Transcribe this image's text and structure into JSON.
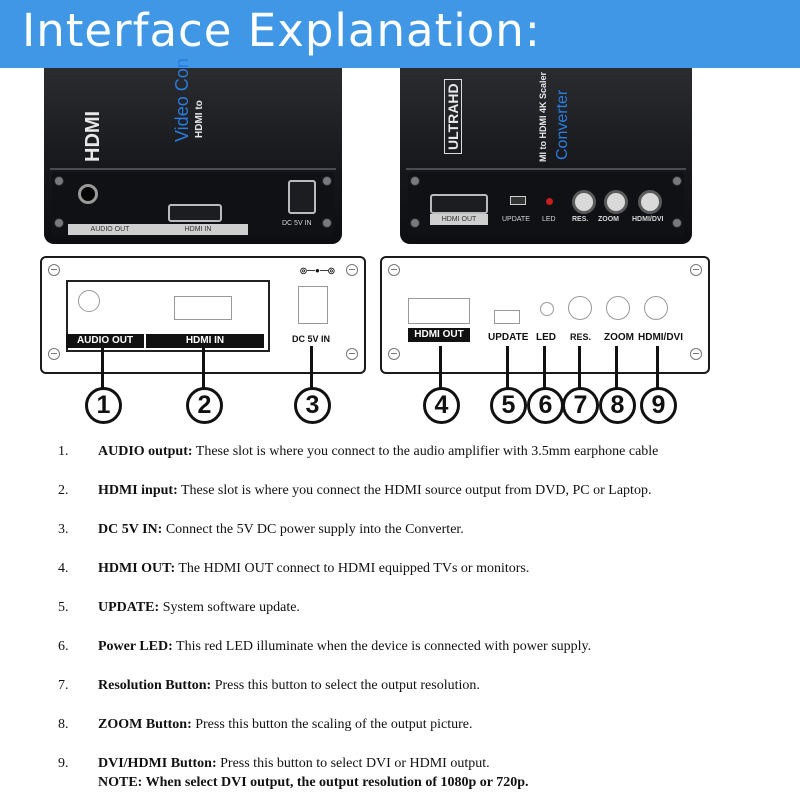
{
  "banner": {
    "title": "Interface Explanation:"
  },
  "device_left": {
    "brand": "HDMI",
    "model": "Video Con",
    "sub": "HDMI to",
    "audio_label": "AUDIO OUT",
    "hdmi_label": "HDMI IN",
    "dc_label": "DC 5V IN"
  },
  "device_right": {
    "brand": "ULTRAHD",
    "model": "Converter",
    "sub": "MI to HDMI 4K Scaler",
    "hdmi_label": "HDMI OUT",
    "update_label": "UPDATE",
    "led_label": "LED",
    "res_label": "RES.",
    "zoom_label": "ZOOM",
    "mode_label": "HDMI/DVI"
  },
  "panel_left": {
    "audio": "AUDIO OUT",
    "hdmi": "HDMI IN",
    "dc": "DC 5V IN"
  },
  "panel_right": {
    "hdmi": "HDMI OUT",
    "update": "UPDATE",
    "led": "LED",
    "res": "RES.",
    "zoom": "ZOOM",
    "mode": "HDMI/DVI"
  },
  "callouts": [
    "1",
    "2",
    "3",
    "4",
    "5",
    "6",
    "7",
    "8",
    "9"
  ],
  "items": [
    {
      "num": "1.",
      "term": "AUDIO output:",
      "desc": " These slot is where you connect to the audio amplifier with 3.5mm earphone cable"
    },
    {
      "num": "2.",
      "term": "HDMI input:",
      "desc": " These slot is where you connect the HDMI source output from DVD, PC or Laptop."
    },
    {
      "num": "3.",
      "term": "DC 5V IN:",
      "desc": " Connect the 5V DC power supply into the Converter."
    },
    {
      "num": "4.",
      "term": "HDMI OUT:",
      "desc": "  The HDMI OUT connect to HDMI equipped TVs or monitors."
    },
    {
      "num": "5.",
      "term": "UPDATE:",
      "desc": "  System software update."
    },
    {
      "num": "6.",
      "term": "Power LED:",
      "desc": " This red LED illuminate when the device is connected with power supply."
    },
    {
      "num": "7.",
      "term": "Resolution Button:",
      "desc": " Press this button to select the output resolution."
    },
    {
      "num": "8.",
      "term": "ZOOM Button:",
      "desc": " Press this button the scaling of the output picture."
    },
    {
      "num": "9.",
      "term": "DVI/HDMI Button:",
      "desc": " Press this button to select DVI or HDMI output."
    }
  ],
  "note": "NOTE: When select DVI output, the output resolution of 1080p or 720p."
}
